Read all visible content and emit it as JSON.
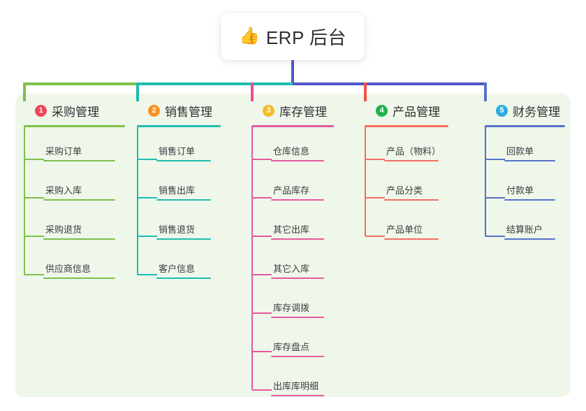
{
  "root": {
    "icon": "thumbs-up-emoji",
    "emoji": "👍",
    "title": "ERP 后台"
  },
  "theme": {
    "panel_bg": "#eff7ea",
    "page_bg": "#ffffff",
    "card_bg": "#ffffff",
    "text": "#2f3034",
    "root_stem": "#4f56c8"
  },
  "columns": [
    {
      "number": "1",
      "title": "采购管理",
      "badge_color": "#f2455a",
      "line_color": "#7cc04a",
      "stub_color": "#7cc04a",
      "items": [
        {
          "label": "采购订单"
        },
        {
          "label": "采购入库"
        },
        {
          "label": "采购退货"
        },
        {
          "label": "供应商信息"
        }
      ]
    },
    {
      "number": "2",
      "title": "销售管理",
      "badge_color": "#f7921e",
      "line_color": "#1fbcb0",
      "stub_color": "#1fbcb0",
      "items": [
        {
          "label": "销售订单"
        },
        {
          "label": "销售出库"
        },
        {
          "label": "销售退货"
        },
        {
          "label": "客户信息"
        }
      ]
    },
    {
      "number": "3",
      "title": "库存管理",
      "badge_color": "#f5bc2a",
      "line_color": "#e4599e",
      "stub_color": "#ee4d93",
      "items": [
        {
          "label": "仓库信息"
        },
        {
          "label": "产品库存"
        },
        {
          "label": "其它出库"
        },
        {
          "label": "其它入库"
        },
        {
          "label": "库存调拨"
        },
        {
          "label": "库存盘点"
        },
        {
          "label": "出库库明细"
        }
      ]
    },
    {
      "number": "4",
      "title": "产品管理",
      "badge_color": "#23b14d",
      "line_color": "#f26d63",
      "stub_color": "#f2514a",
      "items": [
        {
          "label": "产品（物料）"
        },
        {
          "label": "产品分类"
        },
        {
          "label": "产品单位"
        }
      ]
    },
    {
      "number": "5",
      "title": "财务管理",
      "badge_color": "#2aaee0",
      "line_color": "#5571c9",
      "stub_color": "#5571c9",
      "items": [
        {
          "label": "回款单"
        },
        {
          "label": "付款单"
        },
        {
          "label": "结算账户"
        }
      ]
    }
  ],
  "connector": {
    "bar_segments": [
      {
        "name": "segment-col1",
        "color": "#7cc04a"
      },
      {
        "name": "segment-col2",
        "color": "#1fbcb0"
      },
      {
        "name": "segment-right",
        "color": "#4f56c8"
      }
    ]
  }
}
